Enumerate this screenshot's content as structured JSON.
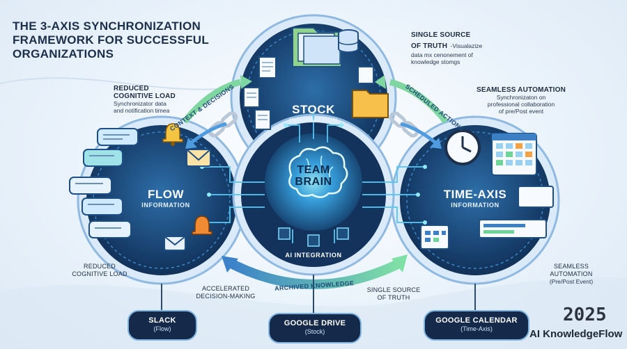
{
  "title": {
    "line1": "THE 3-AXIS SYNCHRONIZATION",
    "line2": "FRAMEWORK FOR SUCCESSFUL",
    "line3": "ORGANIZATIONS"
  },
  "notes": {
    "top_left": {
      "heading1": "REDUCED",
      "heading2": "COGNITIVE LOAD",
      "body1": "Synchronizatoг data",
      "body2": "and notification timea"
    },
    "top_center": {
      "heading1": "SINGLE SOURCE",
      "heading2": "OF TRUTH",
      "body0": "-Visualazize",
      "body1": "data mx cenonement of",
      "body2": "knowledge stomgs"
    },
    "top_right": {
      "heading": "SEAMLESS AUTOMATION",
      "body1": "Synchronizaton on",
      "body2": "professional collaboration",
      "body3": "of pre/Post event"
    },
    "bottom_left": {
      "line1": "REDUCED",
      "line2": "COGNITIVE LOAD"
    },
    "bottom_center_left": {
      "line1": "ACCELERATED",
      "line2": "DECISION-MAKING"
    },
    "bottom_center_right": {
      "line1": "SINGLE SOURCE",
      "line2": "OF TRUTH"
    },
    "bottom_right": {
      "line1": "SEAMLESS",
      "line2": "AUTOMATION",
      "line3": "(Pre/Post Event)"
    }
  },
  "circles": {
    "flow": {
      "title": "FLOW",
      "subtitle": "INFORMATION"
    },
    "stock": {
      "title": "STOCK",
      "subtitle": "INFORMATION"
    },
    "time": {
      "title": "TIME-AXIS",
      "subtitle": "INFORMATION"
    },
    "brain": {
      "title1": "TEAM",
      "title2": "BRAIN",
      "subtitle": "AI INTEGRATION"
    }
  },
  "arrows": {
    "context": "CONTEXT & DECISIONS",
    "scheduled": "SCHEDULED ACTIONS",
    "archived": "ARCHIVED KNOWLEDGE"
  },
  "tools": {
    "slack": {
      "name": "SLACK",
      "sub": "(Flow)"
    },
    "drive": {
      "name": "GOOGLE DRIVE",
      "sub": "(Stock)"
    },
    "calendar": {
      "name": "GOOGLE CALENDAR",
      "sub": "(Time-Axis)"
    }
  },
  "footer": {
    "year": "2025",
    "brand": "AI KnowledgeFlow"
  },
  "colors": {
    "navy": "#13294b",
    "accent": "#2f8fd8",
    "glow": "#6fe0ff",
    "arrow": "#7fd6a0"
  },
  "icons": [
    "chat-bubble-icon",
    "bell-icon",
    "mail-icon",
    "folder-icon",
    "document-icon",
    "database-icon",
    "clock-icon",
    "calendar-icon",
    "brain-icon",
    "chip-icon"
  ]
}
